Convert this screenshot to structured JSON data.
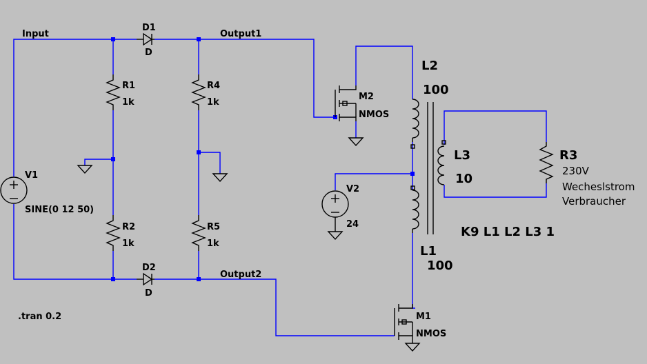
{
  "nets": {
    "input": "Input",
    "output1": "Output1",
    "output2": "Output2"
  },
  "diodes": {
    "d1": {
      "name": "D1",
      "model": "D"
    },
    "d2": {
      "name": "D2",
      "model": "D"
    }
  },
  "resistors": {
    "r1": {
      "name": "R1",
      "value": "1k"
    },
    "r2": {
      "name": "R2",
      "value": "1k"
    },
    "r4": {
      "name": "R4",
      "value": "1k"
    },
    "r5": {
      "name": "R5",
      "value": "1k"
    },
    "r3": {
      "name": "R3",
      "line1": "230V",
      "line2": "Wecheslstrom",
      "line3": "Verbraucher"
    }
  },
  "sources": {
    "v1": {
      "name": "V1",
      "value": "SINE(0 12 50)"
    },
    "v2": {
      "name": "V2",
      "value": "24"
    }
  },
  "mosfets": {
    "m1": {
      "name": "M1",
      "model": "NMOS"
    },
    "m2": {
      "name": "M2",
      "model": "NMOS"
    }
  },
  "inductors": {
    "l1": {
      "name": "L1",
      "value": "100"
    },
    "l2": {
      "name": "L2",
      "value": "100"
    },
    "l3": {
      "name": "L3",
      "value": "10"
    }
  },
  "directives": {
    "coupling": "K9 L1 L2 L3 1",
    "tran": ".tran 0.2"
  },
  "colors": {
    "background": "#c0c0c0",
    "wire": "#0000ff",
    "component": "#000000"
  }
}
